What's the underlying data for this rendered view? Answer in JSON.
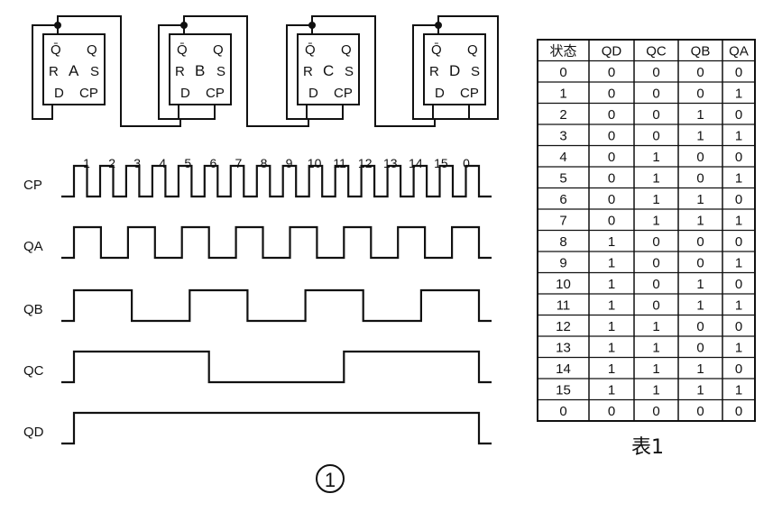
{
  "flipflops": [
    {
      "qbar": "Q̄",
      "q": "Q",
      "r": "R",
      "name": "A",
      "s": "S",
      "d": "D",
      "cp": "CP"
    },
    {
      "qbar": "Q̄",
      "q": "Q",
      "r": "R",
      "name": "B",
      "s": "S",
      "d": "D",
      "cp": "CP"
    },
    {
      "qbar": "Q̄",
      "q": "Q",
      "r": "R",
      "name": "C",
      "s": "S",
      "d": "D",
      "cp": "CP"
    },
    {
      "qbar": "Q̄",
      "q": "Q",
      "r": "R",
      "name": "D",
      "s": "S",
      "d": "D",
      "cp": "CP"
    }
  ],
  "waveforms": {
    "pulse_numbers": [
      "1",
      "2",
      "3",
      "4",
      "5",
      "6",
      "7",
      "8",
      "9",
      "10",
      "11",
      "12",
      "13",
      "14",
      "15",
      "0"
    ],
    "signals": [
      {
        "label": "CP",
        "states": [
          0,
          1,
          0,
          1,
          0,
          1,
          0,
          1,
          0,
          1,
          0,
          1,
          0,
          1,
          0,
          1,
          0,
          1,
          0,
          1,
          0,
          1,
          0,
          1,
          0,
          1,
          0,
          1,
          0,
          1,
          0,
          1,
          0
        ]
      },
      {
        "label": "QA",
        "states": [
          0,
          1,
          0,
          1,
          0,
          1,
          0,
          1,
          0,
          1,
          0,
          1,
          0,
          1,
          0,
          1,
          0
        ]
      },
      {
        "label": "QB",
        "states": [
          0,
          1,
          0,
          1,
          0,
          1,
          0,
          1,
          0
        ]
      },
      {
        "label": "QC",
        "states": [
          0,
          1,
          0,
          1,
          0
        ]
      },
      {
        "label": "QD",
        "states": [
          0,
          1,
          0
        ]
      }
    ]
  },
  "figure_label": "1",
  "table": {
    "headers": [
      "状态",
      "QD",
      "QC",
      "QB",
      "QA"
    ],
    "rows": [
      [
        "0",
        "0",
        "0",
        "0",
        "0"
      ],
      [
        "1",
        "0",
        "0",
        "0",
        "1"
      ],
      [
        "2",
        "0",
        "0",
        "1",
        "0"
      ],
      [
        "3",
        "0",
        "0",
        "1",
        "1"
      ],
      [
        "4",
        "0",
        "1",
        "0",
        "0"
      ],
      [
        "5",
        "0",
        "1",
        "0",
        "1"
      ],
      [
        "6",
        "0",
        "1",
        "1",
        "0"
      ],
      [
        "7",
        "0",
        "1",
        "1",
        "1"
      ],
      [
        "8",
        "1",
        "0",
        "0",
        "0"
      ],
      [
        "9",
        "1",
        "0",
        "0",
        "1"
      ],
      [
        "10",
        "1",
        "0",
        "1",
        "0"
      ],
      [
        "11",
        "1",
        "0",
        "1",
        "1"
      ],
      [
        "12",
        "1",
        "1",
        "0",
        "0"
      ],
      [
        "13",
        "1",
        "1",
        "0",
        "1"
      ],
      [
        "14",
        "1",
        "1",
        "1",
        "0"
      ],
      [
        "15",
        "1",
        "1",
        "1",
        "1"
      ],
      [
        "0",
        "0",
        "0",
        "0",
        "0"
      ]
    ]
  },
  "caption": "表1"
}
